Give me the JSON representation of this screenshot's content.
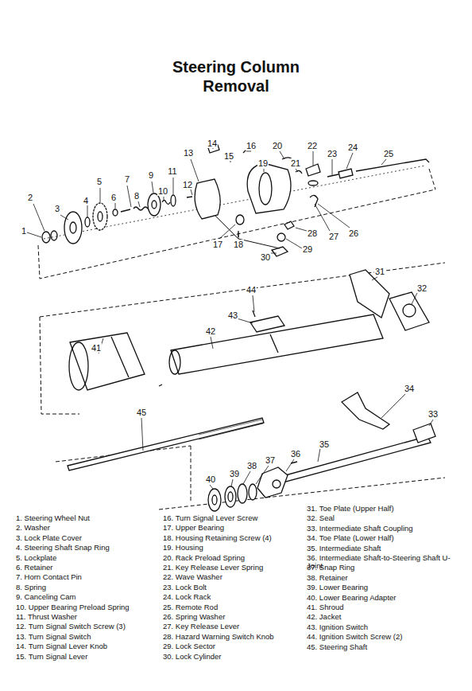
{
  "diagram": {
    "title": "Steering Column Removal",
    "labels": [
      "1",
      "2",
      "3",
      "4",
      "5",
      "6",
      "7",
      "8",
      "9",
      "10",
      "11",
      "12",
      "13",
      "14",
      "15",
      "16",
      "17",
      "18",
      "19",
      "20",
      "21",
      "22",
      "23",
      "24",
      "25",
      "26",
      "27",
      "28",
      "29",
      "30",
      "31",
      "32",
      "33",
      "34",
      "35",
      "36",
      "37",
      "38",
      "39",
      "40",
      "41",
      "42",
      "43",
      "44",
      "45",
      "1. Steering Wheel Nut",
      "2. Washer",
      "3. Lock Plate Cover",
      "4. Steering Shaft Snap Ring",
      "5. Lockplate",
      "6. Retainer",
      "7. Horn Contact Pin",
      "8. Spring",
      "9. Canceling Cam",
      "10. Upper Bearing Preload Spring",
      "11. Thrust Washer",
      "12. Turn Signal Switch Screw (3)",
      "13. Turn Signal Switch",
      "14. Turn Signal Lever Knob",
      "15. Turn Signal Lever",
      "16. Turn Signal Lever Screw",
      "17. Upper Bearing",
      "18. Housing Retaining Screw (4)",
      "19. Housing",
      "20. Rack Preload Spring",
      "21. Key Release Lever Spring",
      "22. Wave Washer",
      "23. Lock Bolt",
      "24. Lock Rack",
      "25. Remote Rod",
      "26. Spring Washer",
      "27. Key Release Lever",
      "28. Hazard Warning Switch Knob",
      "29. Lock Sector",
      "30. Lock Cylinder",
      "31. Toe Plate (Upper Half)",
      "32. Seal",
      "33. Intermediate Shaft Coupling",
      "34. Toe Plate (Lower Half)",
      "35. Intermediate Shaft",
      "36. Intermediate Shaft-to-Steering Shaft U-Joint",
      "37. Snap Ring",
      "38. Retainer",
      "39. Lower Bearing",
      "40. Lower Bearing Adapter",
      "41. Shroud",
      "42. Jacket",
      "43. Ignition Switch",
      "44. Ignition Switch Screw (2)",
      "45. Steering Shaft"
    ]
  }
}
